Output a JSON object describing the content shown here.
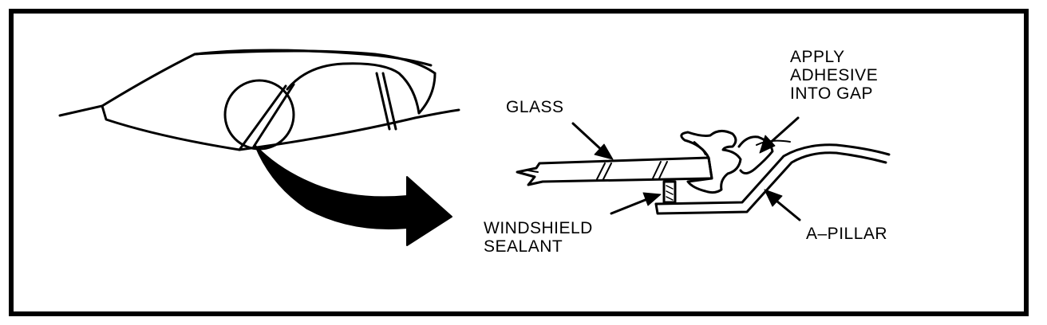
{
  "labels": {
    "glass": "GLASS",
    "apply_adhesive": [
      "APPLY",
      "ADHESIVE",
      "INTO GAP"
    ],
    "windshield_sealant": [
      "WINDSHIELD",
      "SEALANT"
    ],
    "a_pillar": "A–PILLAR"
  },
  "colors": {
    "ink": "#000000",
    "background": "#ffffff"
  }
}
